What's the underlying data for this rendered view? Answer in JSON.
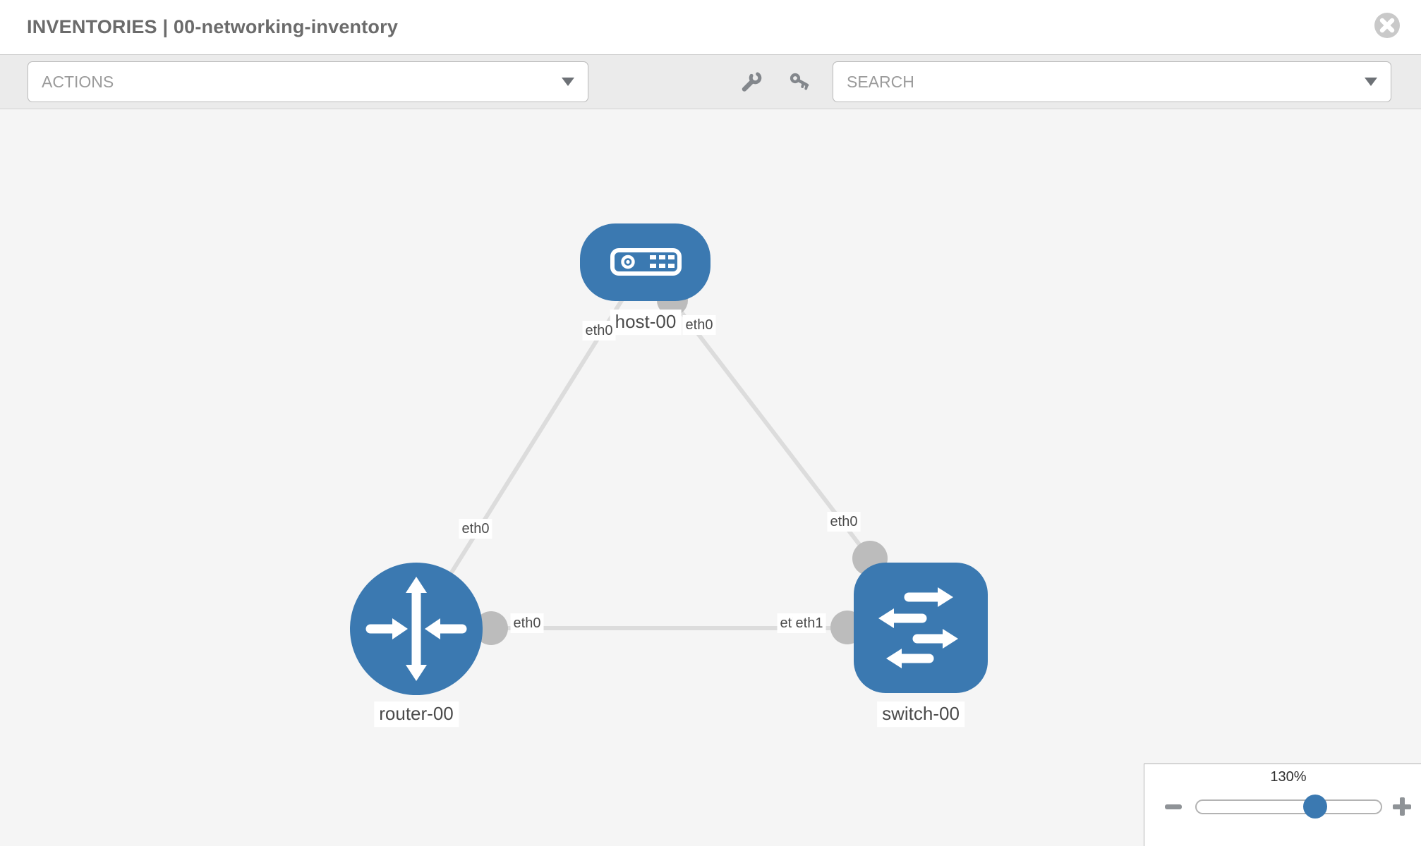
{
  "header": {
    "title": "INVENTORIES | 00-networking-inventory",
    "close_icon": "x-circle-icon"
  },
  "toolbar": {
    "actions_placeholder": "ACTIONS",
    "search_placeholder": "SEARCH",
    "tool_icons": [
      "wrench-icon",
      "key-icon"
    ]
  },
  "diagram": {
    "nodes": [
      {
        "label": "host-00",
        "type": "host",
        "shape": "rounded-rect",
        "icon": "server-icon"
      },
      {
        "label": "router-00",
        "type": "router",
        "shape": "circle",
        "icon": "router-arrows-icon"
      },
      {
        "label": "switch-00",
        "type": "switch",
        "shape": "rounded-square",
        "icon": "switch-arrows-icon"
      }
    ],
    "links": [
      {
        "source": "host-00",
        "source_interface": "eth0",
        "target": "router-00",
        "target_interface": "eth0"
      },
      {
        "source": "host-00",
        "source_interface": "eth0",
        "target": "switch-00",
        "target_interface": "eth0"
      },
      {
        "source": "router-00",
        "source_interface": "eth0",
        "target": "switch-00",
        "target_interface": "eth1"
      }
    ],
    "interface_chips": [
      {
        "label": "eth0",
        "near_node": "host-00"
      },
      {
        "label": "eth0",
        "near_node": "host-00"
      },
      {
        "label": "eth0",
        "near_node": "router-00"
      },
      {
        "label": "eth0",
        "near_node": "switch-00"
      },
      {
        "label": "eth0",
        "near_node": "router-00"
      },
      {
        "label": "eth0",
        "near_node": "switch-00"
      },
      {
        "label": "eth1",
        "near_node": "switch-00"
      }
    ]
  },
  "zoom_control": {
    "value_label": "130%",
    "percent": 130,
    "zoom_out_icon": "minus-icon",
    "zoom_in_icon": "plus-icon"
  },
  "colors": {
    "node_blue": "#3b79b1",
    "link_gray": "#dcdcdc",
    "port_gray": "#bcbcbc",
    "canvas_bg": "#f5f5f5",
    "toolbar_bg": "#ebebeb"
  }
}
